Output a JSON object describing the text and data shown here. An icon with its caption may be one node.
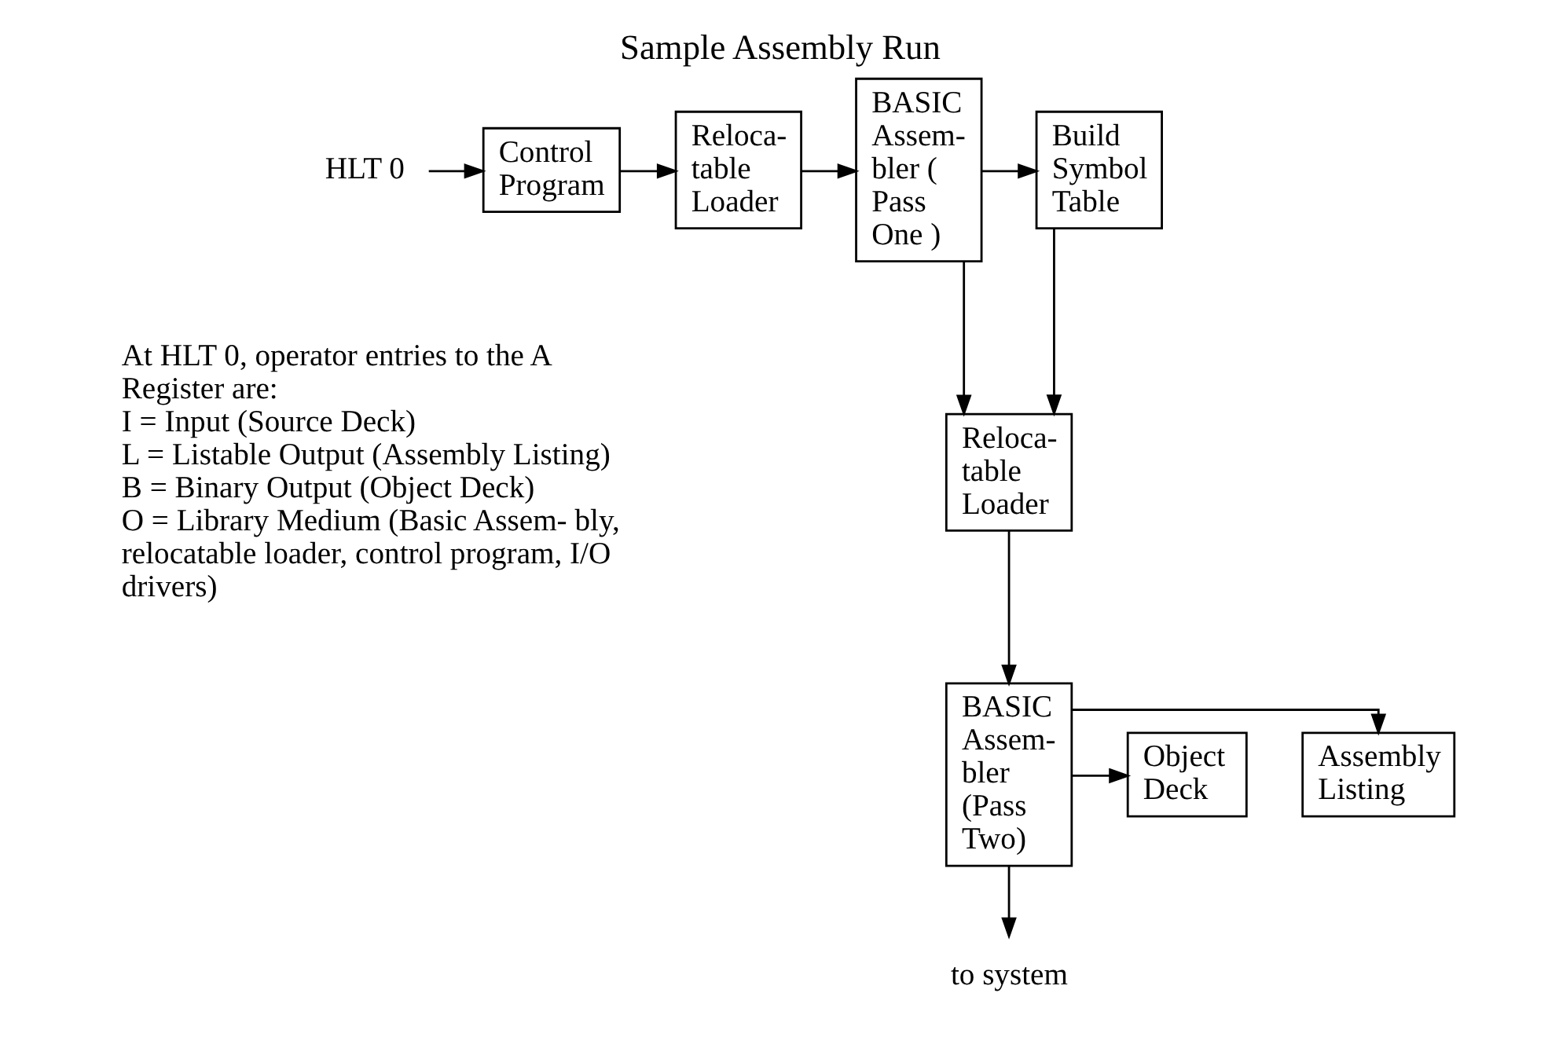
{
  "diagram": {
    "title": "Sample Assembly Run",
    "nodes": [
      {
        "text": [
          "HLT 0"
        ]
      },
      {
        "text": [
          "Control Program"
        ]
      },
      {
        "text": [
          "Reloca- table Loader"
        ]
      },
      {
        "text": [
          "BASIC Assem- bler ( Pass One )"
        ]
      },
      {
        "text": [
          "Build Symbol Table"
        ]
      },
      {
        "text": [
          "Reloca- table Loader"
        ]
      },
      {
        "text": [
          "BASIC Assem- bler (Pass Two)"
        ]
      },
      {
        "text": [
          "Assembly Listing"
        ]
      },
      {
        "text": [
          "Object Deck"
        ]
      },
      {
        "text": [
          "to system"
        ]
      }
    ],
    "edges": [
      {
        "from": 0,
        "to": 1,
        "arrow": "to"
      },
      {
        "from": 1,
        "to": 2,
        "arrow": "to"
      },
      {
        "from": 2,
        "to": 3,
        "arrow": "to"
      },
      {
        "from": 3,
        "to": 4,
        "arrow": "to"
      },
      {
        "from": 3,
        "to": 5,
        "arrow": "to"
      },
      {
        "from": 4,
        "to": 5,
        "arrow": "to"
      },
      {
        "from": 5,
        "to": 6,
        "arrow": "to"
      },
      {
        "from": 6,
        "to": 7,
        "arrow": "to"
      },
      {
        "from": 6,
        "to": 8,
        "arrow": "to"
      },
      {
        "from": 6,
        "to": 9,
        "arrow": "to"
      }
    ],
    "labels": [
      "At HLT 0, operator entries to the A Register are:",
      "I = Input (Source Deck)",
      "L = Listable Output (Assembly Listing)",
      "B = Binary Output (Object Deck)",
      "O = Library Medium (Basic Assem- bly, relocatable loader, control program, I/O drivers)"
    ]
  }
}
